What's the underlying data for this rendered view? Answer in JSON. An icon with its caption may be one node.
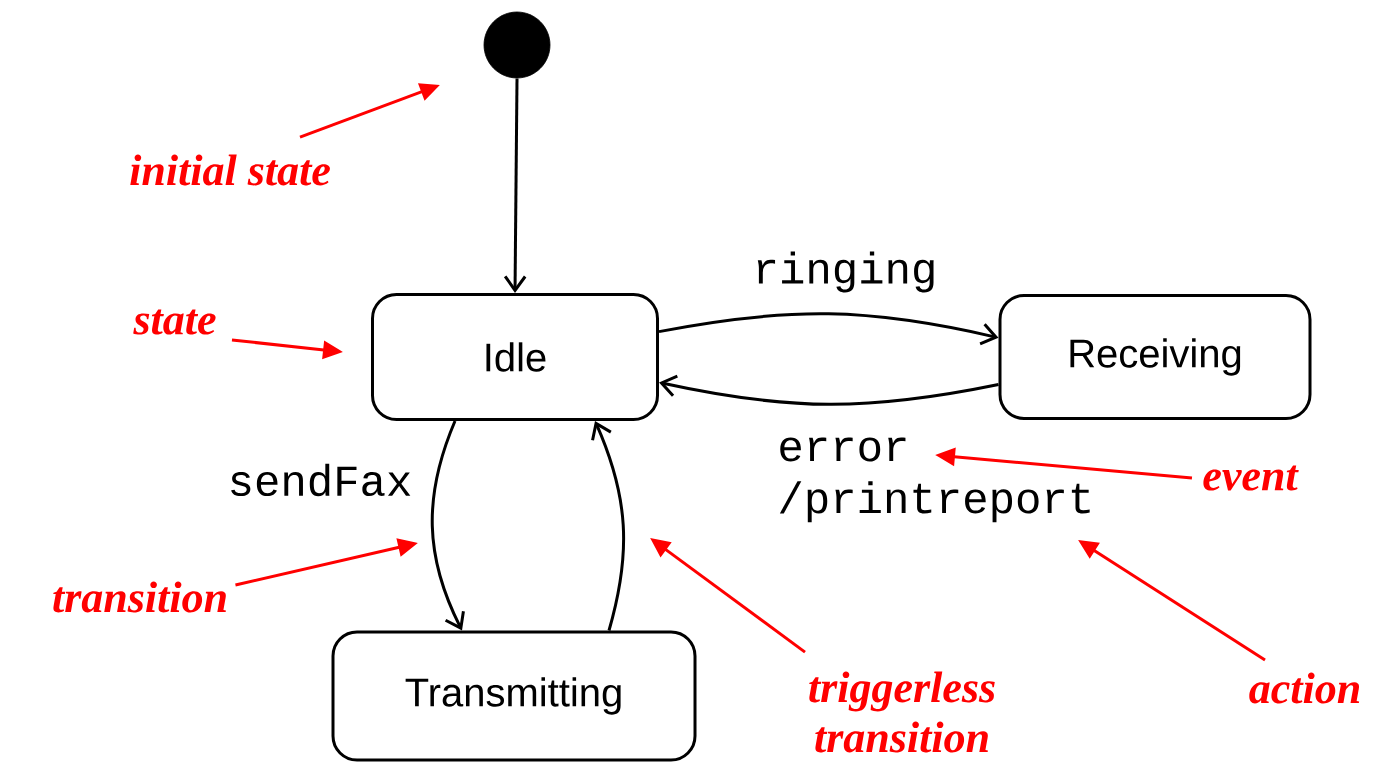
{
  "diagram": {
    "nodes": [
      {
        "text": [],
        "shape": "circle"
      },
      {
        "text": [
          "Idle"
        ]
      },
      {
        "text": [
          "Receiving"
        ]
      },
      {
        "text": [
          "Transmitting"
        ]
      },
      {
        "text": [
          "initial state"
        ]
      },
      {
        "text": [
          "state"
        ]
      },
      {
        "text": [
          "transition"
        ]
      },
      {
        "text": [
          "triggerless transition"
        ]
      },
      {
        "text": [
          "event"
        ]
      },
      {
        "text": [
          "action"
        ]
      }
    ],
    "edges": [
      {
        "from": 0,
        "to": 1,
        "arrow": "to",
        "color": "#000000"
      },
      {
        "from": 1,
        "to": 2,
        "arrow": "to",
        "label": "ringing",
        "color": "#000000"
      },
      {
        "from": 2,
        "to": 1,
        "arrow": "to",
        "label": "error /printreport",
        "color": "#000000"
      },
      {
        "from": 1,
        "to": 3,
        "arrow": "to",
        "label": "sendFax",
        "color": "#000000"
      },
      {
        "from": 3,
        "to": 1,
        "arrow": "to",
        "color": "#000000"
      },
      {
        "from": 4,
        "to": 0,
        "arrow": "to"
      },
      {
        "from": 5,
        "to": 1,
        "arrow": "to"
      },
      {
        "from": 6,
        "to": null,
        "arrow": "to"
      },
      {
        "from": 7,
        "to": null,
        "arrow": "to"
      },
      {
        "from": 8,
        "to": null,
        "arrow": "to"
      },
      {
        "from": 9,
        "to": null,
        "arrow": "to"
      }
    ]
  }
}
